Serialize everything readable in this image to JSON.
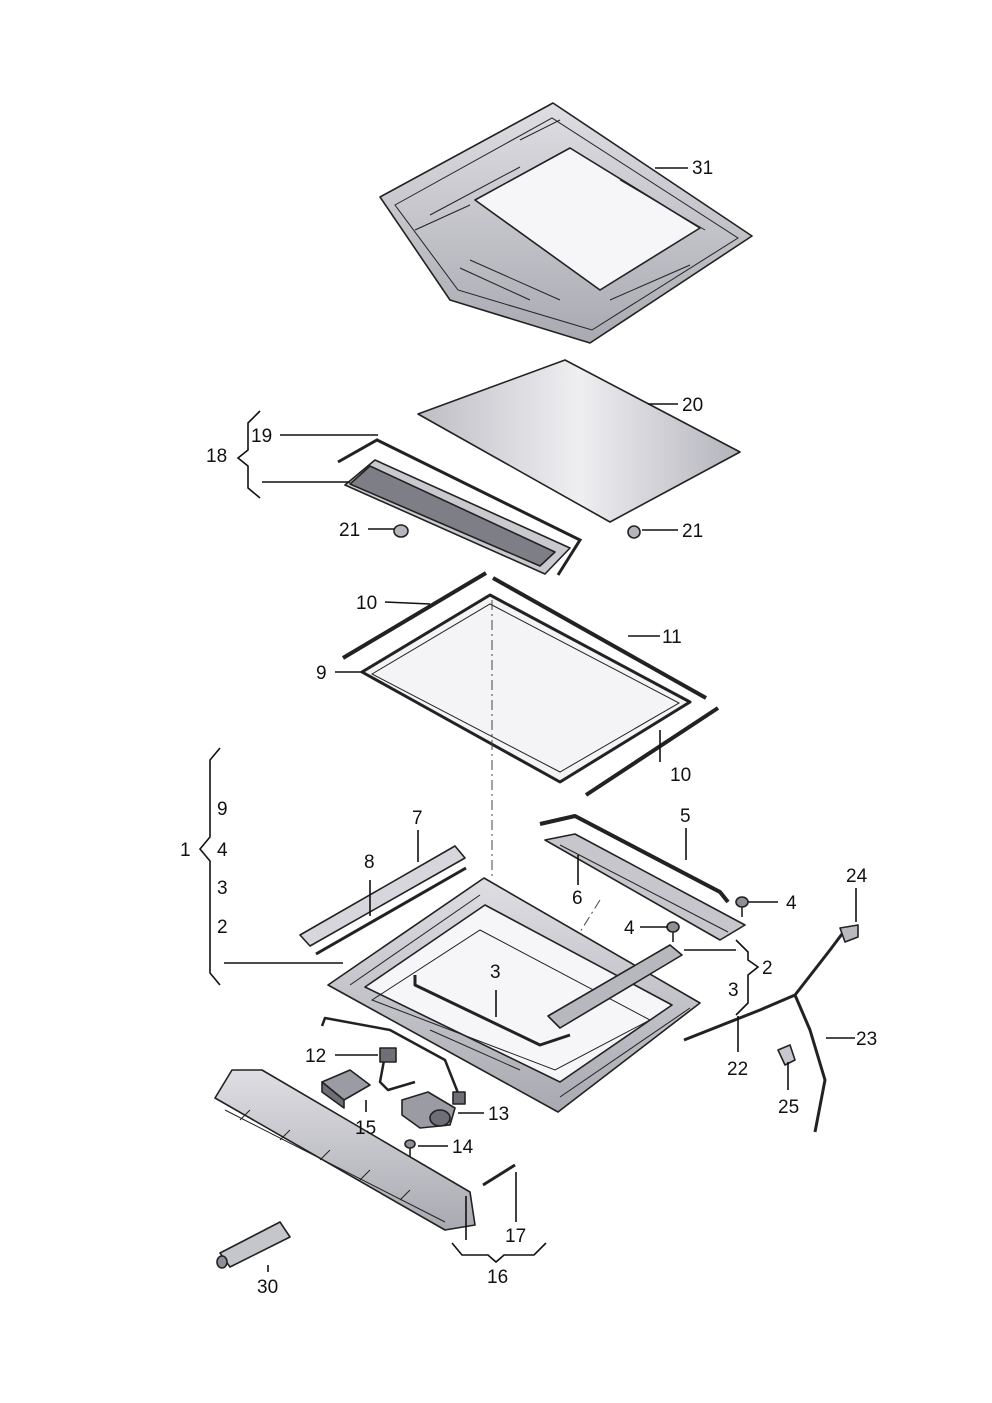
{
  "callouts": {
    "c31": "31",
    "c20": "20",
    "c19": "19",
    "c18": "18",
    "c21a": "21",
    "c21b": "21",
    "c10a": "10",
    "c11": "11",
    "c9": "9",
    "c10b": "10",
    "c1": "1",
    "c9s": "9",
    "c4s": "4",
    "c3s": "3",
    "c2s": "2",
    "c7": "7",
    "c8": "8",
    "c5": "5",
    "c6": "6",
    "c4a": "4",
    "c4b": "4",
    "c24": "24",
    "c2": "2",
    "c3a": "3",
    "c3b": "3",
    "c23": "23",
    "c22": "22",
    "c25": "25",
    "c12": "12",
    "c15": "15",
    "c13": "13",
    "c14": "14",
    "c17": "17",
    "c16": "16",
    "c30": "30"
  },
  "colors": {
    "part_fill": "#cfcfd4",
    "part_dark": "#9a9aa2",
    "part_light": "#ececf0",
    "line": "#111111"
  }
}
